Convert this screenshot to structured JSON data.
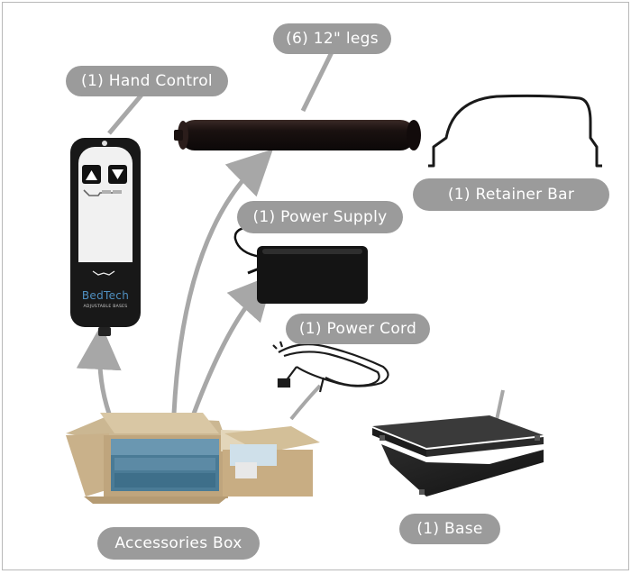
{
  "labels": {
    "legs": "(6) 12\" legs",
    "hand_control": "(1) Hand Control",
    "retainer_bar": "(1) Retainer Bar",
    "power_supply": "(1) Power Supply",
    "power_cord": "(1) Power Cord",
    "accessories_box": "Accessories Box",
    "base": "(1) Base"
  },
  "remote": {
    "brand": "BedTech",
    "tagline": "ADJUSTABLE BASES"
  },
  "colors": {
    "pill": "#9b9b9b",
    "arrow": "#a7a7a7",
    "product": "#1c1c1c"
  }
}
